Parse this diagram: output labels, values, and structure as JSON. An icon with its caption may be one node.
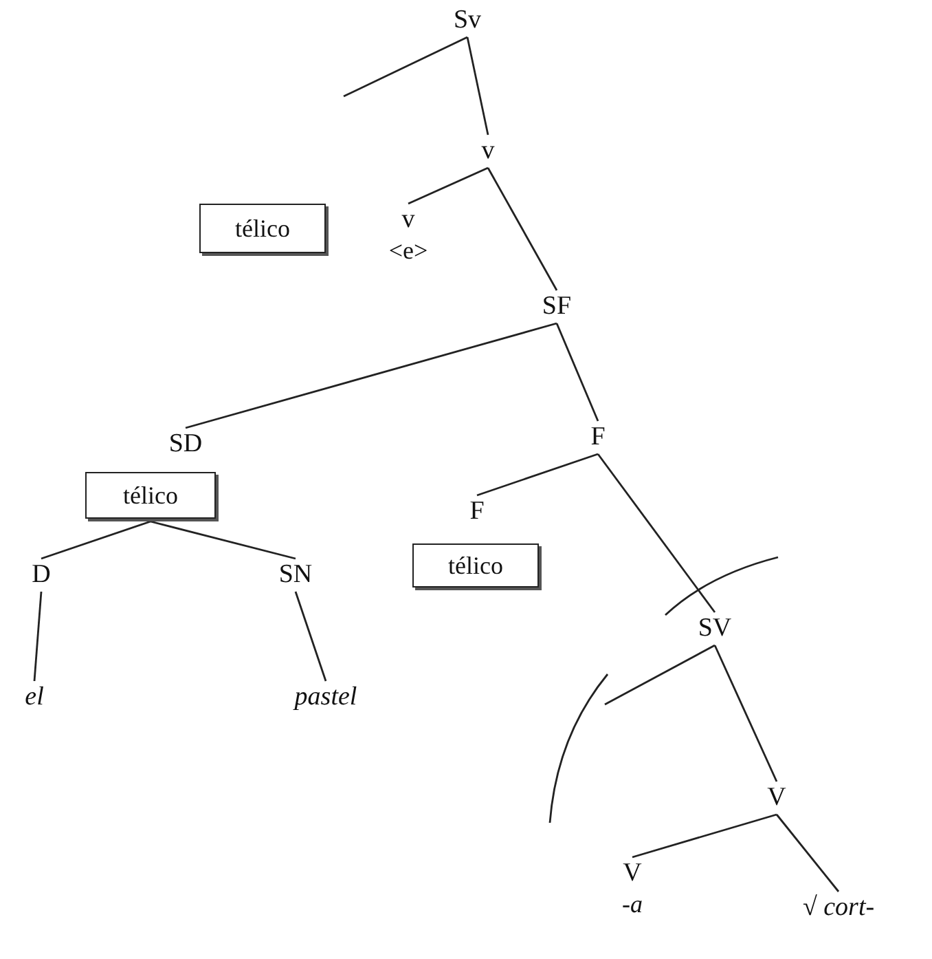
{
  "diagram": {
    "nodes": [
      {
        "text": [
          "Sv"
        ]
      },
      {
        "text": [
          "v"
        ]
      },
      {
        "text": [
          "télico"
        ]
      },
      {
        "text": [
          "v"
        ],
        "beside": [
          "<e>"
        ]
      },
      {
        "text": [
          "SF"
        ]
      },
      {
        "text": [
          "SD"
        ]
      },
      {
        "text": [
          "télico"
        ]
      },
      {
        "text": [
          "F"
        ]
      },
      {
        "text": [
          "F"
        ]
      },
      {
        "text": [
          "télico"
        ]
      },
      {
        "text": [
          "D"
        ]
      },
      {
        "text": [
          "SN"
        ]
      },
      {
        "text": [
          "el"
        ]
      },
      {
        "text": [
          "pastel"
        ]
      },
      {
        "text": [
          "SV"
        ]
      },
      {
        "text": [
          "V"
        ]
      },
      {
        "text": [
          "V"
        ],
        "beside": [
          "-a"
        ]
      },
      {
        "text": [
          "√ *cort-*"
        ]
      }
    ],
    "edges": [
      {
        "from": 0,
        "to": null,
        "arrow": "none"
      },
      {
        "from": 0,
        "to": 1,
        "arrow": "none"
      },
      {
        "from": 1,
        "to": 3,
        "arrow": "none"
      },
      {
        "from": 1,
        "to": 4,
        "arrow": "none"
      },
      {
        "from": 4,
        "to": 5,
        "arrow": "none"
      },
      {
        "from": 4,
        "to": 7,
        "arrow": "none"
      },
      {
        "from": 7,
        "to": 8,
        "arrow": "none"
      },
      {
        "from": 7,
        "to": 14,
        "arrow": "none"
      },
      {
        "from": 6,
        "to": 10,
        "arrow": "none"
      },
      {
        "from": 6,
        "to": 11,
        "arrow": "none"
      },
      {
        "from": 10,
        "to": 12,
        "arrow": "none"
      },
      {
        "from": 11,
        "to": 13,
        "arrow": "none"
      },
      {
        "from": 14,
        "to": null,
        "arrow": "none"
      },
      {
        "from": 14,
        "to": 15,
        "arrow": "none"
      },
      {
        "from": 15,
        "to": 16,
        "arrow": "none"
      },
      {
        "from": 15,
        "to": 17,
        "arrow": "none"
      }
    ]
  }
}
